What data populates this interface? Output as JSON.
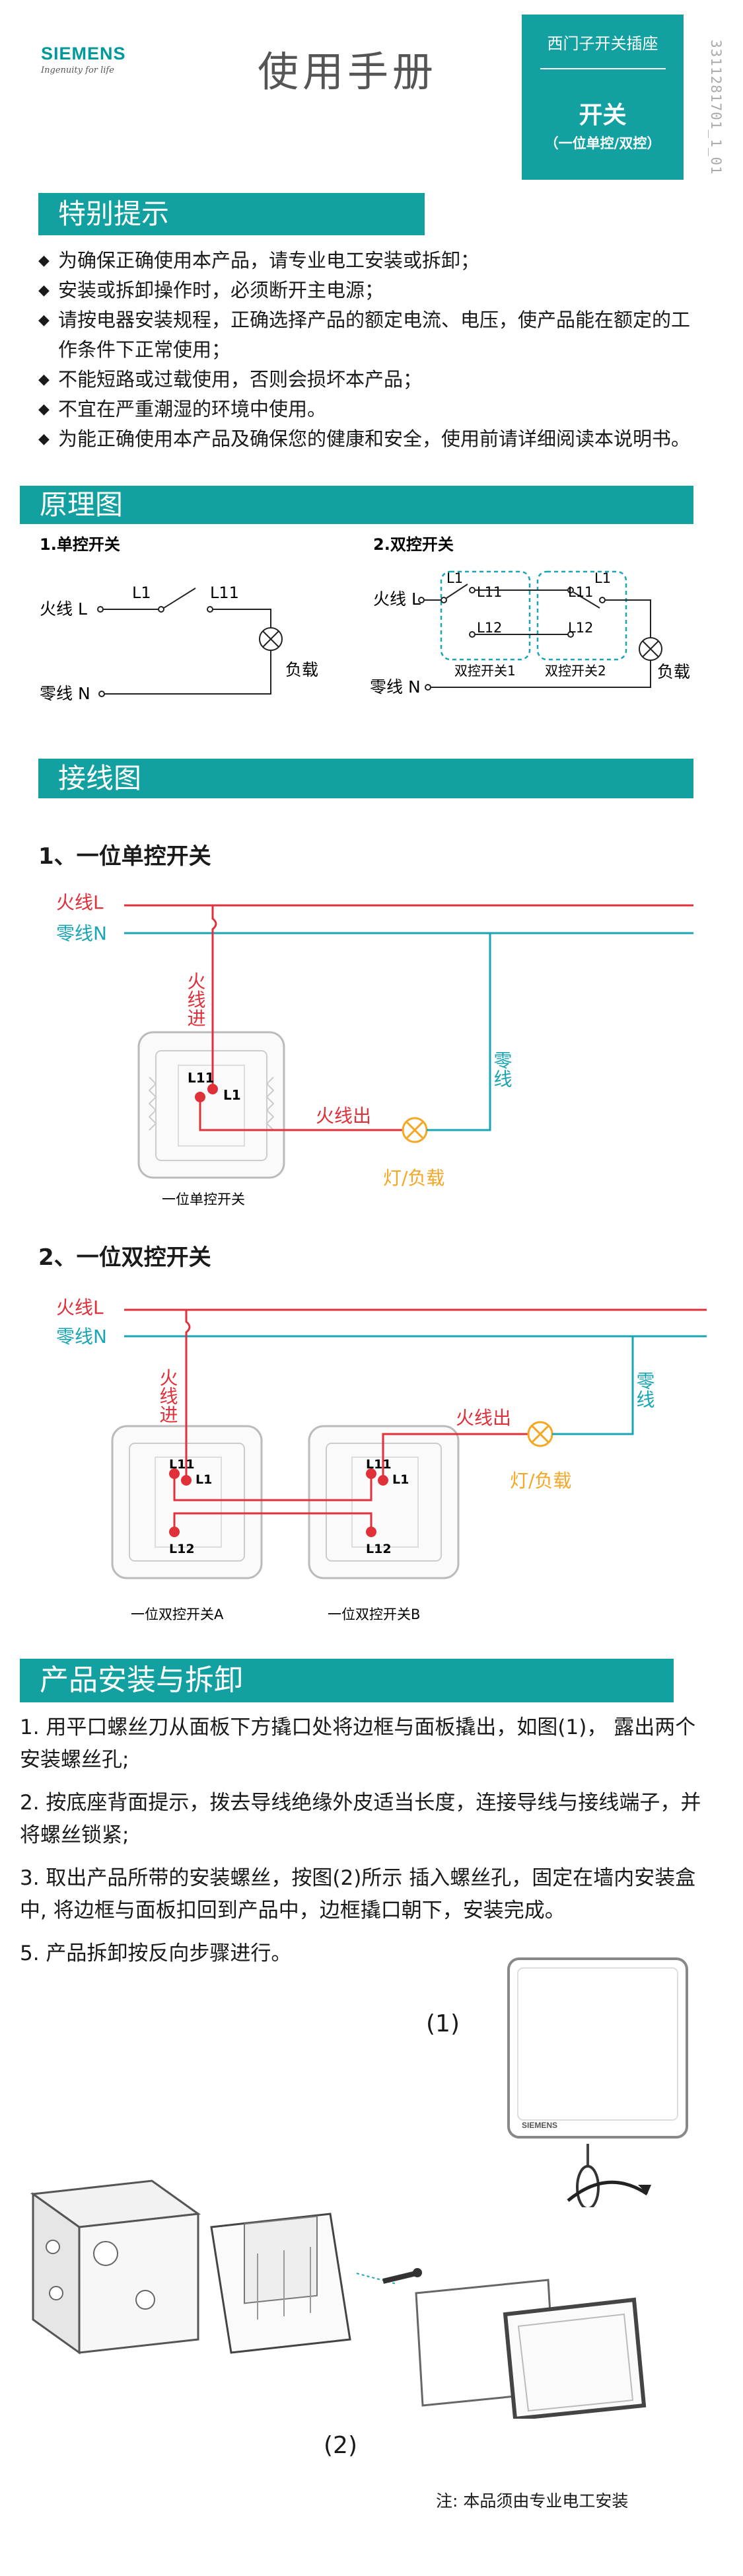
{
  "header": {
    "brand": "SIEMENS",
    "tagline": "Ingenuity for life",
    "title": "使用手册",
    "series": "西门子开关插座",
    "product": "开关",
    "variant": "（一位单控/双控）",
    "code": "3311281701_1_01"
  },
  "sections": {
    "notice": {
      "title": "特别提示",
      "items": [
        "为确保正确使用本产品，请专业电工安装或拆卸；",
        "安装或拆卸操作时，必须断开主电源；",
        "请按电器安装规程，正确选择产品的额定电流、电压，使产品能在额定的工作条件下正常使用；",
        "不能短路或过载使用，否则会损坏本产品；",
        "不宜在严重潮湿的环境中使用。",
        "为能正确使用本产品及确保您的健康和安全，使用前请详细阅读本说明书。"
      ]
    },
    "principle": {
      "title": "原理图",
      "single": {
        "title": "1.单控开关",
        "live": "火线 L",
        "neutral": "零线 N",
        "t1": "L1",
        "t2": "L11",
        "load": "负载"
      },
      "double": {
        "title": "2.双控开关",
        "live": "火线 L",
        "neutral": "零线 N",
        "l1a": "L1",
        "l11a": "L11",
        "l12a": "L12",
        "l11b": "L11",
        "l1b": "L1",
        "l12b": "L12",
        "sw1": "双控开关1",
        "sw2": "双控开关2",
        "load": "负载"
      }
    },
    "wiring": {
      "title": "接线图",
      "single": {
        "heading": "1、一位单控开关",
        "live": "火线L",
        "neutral": "零线N",
        "live_in": "火线进",
        "live_out": "火线出",
        "neutral_v": "零线",
        "lamp": "灯/负载",
        "t_l11": "L11",
        "t_l1": "L1",
        "caption": "一位单控开关"
      },
      "double": {
        "heading": "2、一位双控开关",
        "live": "火线L",
        "neutral": "零线N",
        "live_in": "火线进",
        "live_out": "火线出",
        "neutral_v": "零线",
        "lamp": "灯/负载",
        "a_l11": "L11",
        "a_l1": "L1",
        "a_l12": "L12",
        "b_l11": "L11",
        "b_l1": "L1",
        "b_l12": "L12",
        "caption_a": "一位双控开关A",
        "caption_b": "一位双控开关B"
      }
    },
    "install": {
      "title": "产品安装与拆卸",
      "steps": [
        "1. 用平口螺丝刀从面板下方撬口处将边框与面板撬出，如图(1)， 露出两个安装螺丝孔;",
        "2. 按底座背面提示，拨去导线绝缘外皮适当长度，连接导线与接线端子，并将螺丝锁紧;",
        "3. 取出产品所带的安装螺丝，按图(2)所示 插入螺丝孔，固定在墙内安装盒中, 将边框与面板扣回到产品中，边框撬口朝下，安装完成。",
        "5. 产品拆卸按反向步骤进行。"
      ],
      "fig1": "(1)",
      "fig2": "(2)",
      "panel_brand": "SIEMENS",
      "note": "注:   本品须由专业电工安装"
    }
  },
  "colors": {
    "teal": "#12a0a0",
    "live_red": "#e0303a",
    "neutral_teal": "#1aa5b5",
    "lamp_orange": "#f5a623"
  }
}
